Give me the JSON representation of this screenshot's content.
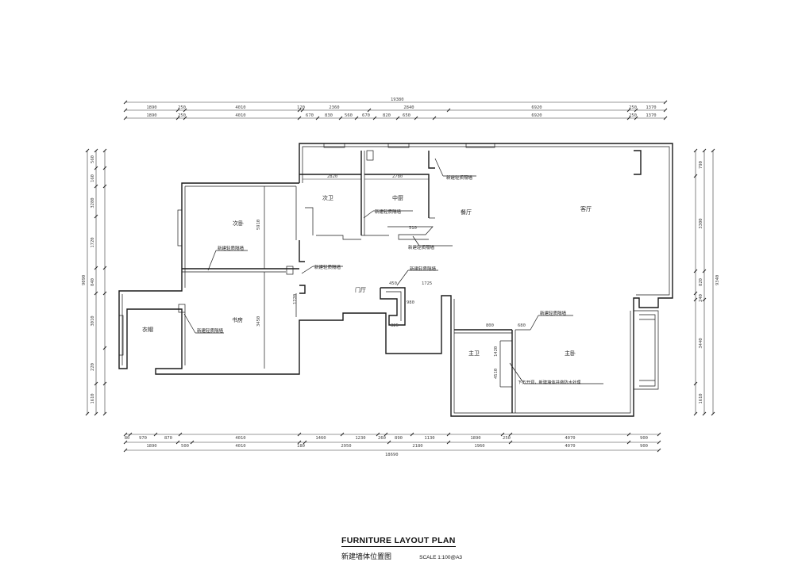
{
  "title": {
    "main": "FURNITURE LAYOUT PLAN",
    "sub": "新建墙体位置图",
    "scale": "SCALE 1:100@A3"
  },
  "rooms": {
    "second_bedroom": "次卧",
    "second_bath": "次卫",
    "kitchen": "中厨",
    "dining": "餐厅",
    "living": "客厅",
    "foyer": "门厅",
    "study": "书房",
    "storage": "衣帽",
    "master_bath": "主卫",
    "master_bedroom": "主卧"
  },
  "notes": {
    "n1": "新建轻质隔墙",
    "n2": "新建轻质隔墙",
    "n3": "新建轻质隔墙",
    "n4": "新建轻质隔墙",
    "n5": "新建轻质隔墙",
    "n6": "新建轻质隔墙",
    "n7": "新建轻质隔墙",
    "n8": "新建轻质隔墙",
    "n9": "下方开洞，新建墙体并做防水处理"
  },
  "dims_top_total": "19380",
  "dims_top_row1": [
    "1890",
    "250",
    "4010",
    "120",
    "2360",
    "2840",
    "6920",
    "250",
    "1370"
  ],
  "dims_top_row2": [
    "1890",
    "250",
    "4010",
    "670",
    "830",
    "560",
    "670",
    "820",
    "650",
    "6920",
    "250",
    "1370"
  ],
  "dims_bottom_row1": [
    "80",
    "970",
    "870",
    "4010",
    "1460",
    "1230",
    "260",
    "890",
    "1130",
    "1890",
    "250",
    "4070",
    "900"
  ],
  "dims_bottom_row2": [
    "1890",
    "500",
    "4010",
    "180",
    "2950",
    "2180",
    "1960",
    "4070",
    "900"
  ],
  "dims_bottom_total": "18690",
  "dims_left_total": "9090",
  "dims_left": [
    "560",
    "160",
    "3280",
    "1720",
    "840",
    "3010",
    "220",
    "1610"
  ],
  "dims_right_total": "9340",
  "dims_right": [
    "790",
    "3300",
    "820",
    "240",
    "3440",
    "1610"
  ],
  "dims_inner": [
    "2820",
    "2780",
    "5910",
    "3450",
    "1720",
    "450",
    "1725",
    "980",
    "325",
    "510",
    "1420",
    "4510",
    "680"
  ]
}
